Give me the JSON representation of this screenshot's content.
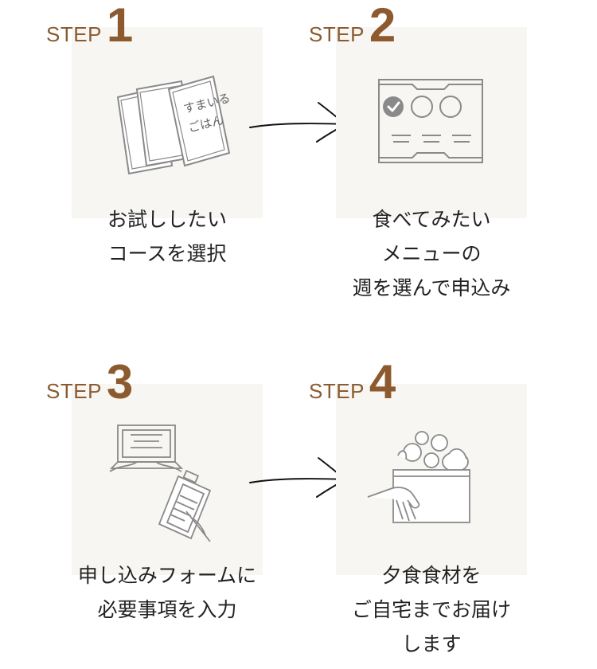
{
  "steps": [
    {
      "word": "STEP",
      "number": "1",
      "lines": [
        "お試ししたい",
        "コースを選択"
      ],
      "illustration_text": [
        "すまいる",
        "ごはん"
      ],
      "icon": "menu-cards-icon"
    },
    {
      "word": "STEP",
      "number": "2",
      "lines": [
        "食べてみたい",
        "メニューの",
        "週を選んで申込み"
      ],
      "icon": "week-selection-card-icon"
    },
    {
      "word": "STEP",
      "number": "3",
      "lines": [
        "申し込みフォームに",
        "必要事項を入力"
      ],
      "icon": "laptop-and-form-icon"
    },
    {
      "word": "STEP",
      "number": "4",
      "lines": [
        "夕食食材を",
        "ご自宅までお届け",
        "します"
      ],
      "icon": "grocery-box-delivery-icon"
    }
  ],
  "colors": {
    "accent": "#8c5a2e",
    "card_bg": "#f7f6f3",
    "line": "#888888",
    "text": "#222222"
  }
}
